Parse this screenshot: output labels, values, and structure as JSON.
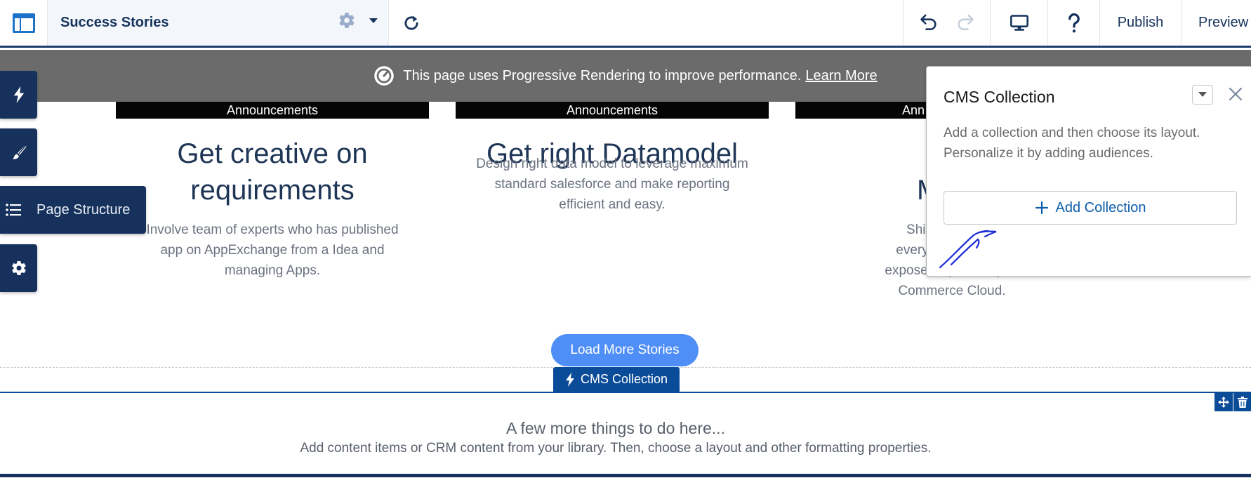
{
  "toolbar": {
    "page_title": "Success Stories",
    "publish_label": "Publish",
    "preview_label": "Preview"
  },
  "banner": {
    "message": "This page uses Progressive Rendering to improve performance.",
    "link": "Learn More"
  },
  "left_rail": {
    "expanded_label": "Page Structure"
  },
  "cards": [
    {
      "tag": "Announcements",
      "title_line1": "Get creative on",
      "title_line2": "requirements",
      "desc_line1": "Involve team of experts who has published",
      "desc_line2": "app on AppExchange from a Idea and",
      "desc_line3": "managing Apps."
    },
    {
      "tag": "Announcements",
      "title_line1": "Get right Datamodel",
      "title_line2": "",
      "desc_line1": "Design right data model to leverage maximum",
      "desc_line2": "standard salesforce and make reporting",
      "desc_line3": "efficient and easy."
    },
    {
      "tag": "Ann",
      "title_line1": "Sh",
      "title_line2": "Mana",
      "desc_line1": "Shipping status",
      "desc_line2": "every hour. Send b",
      "desc_line3": "expose shipment upda",
      "desc_line4": "Commerce Cloud."
    }
  ],
  "load_more_label": "Load More Stories",
  "cms_tag_label": "CMS Collection",
  "empty_state": {
    "title": "A few more things to do here...",
    "subtitle": "Add content items or CRM content from your library. Then, choose a layout and other formatting properties."
  },
  "popover": {
    "title": "CMS Collection",
    "desc_line1": "Add a collection and then choose its layout.",
    "desc_line2": "Personalize it by adding audiences.",
    "add_button_label": "Add Collection"
  },
  "colors": {
    "brand_navy": "#16325c",
    "accent_blue": "#0b4c99",
    "link_blue": "#0b5cab",
    "button_blue": "#4f8ef7",
    "banner_gray": "#6b6b6b"
  }
}
